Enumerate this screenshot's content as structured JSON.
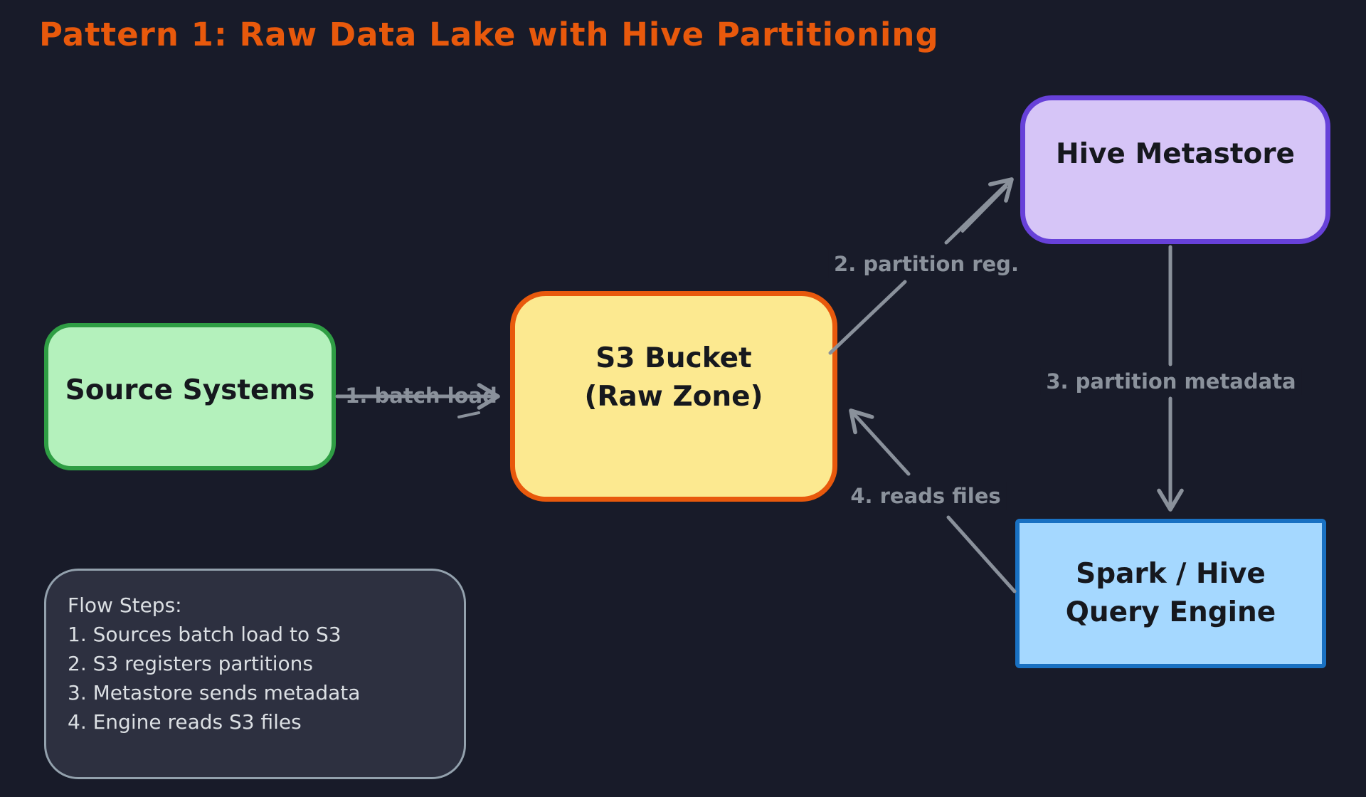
{
  "title": {
    "text": "Pattern 1: Raw Data Lake with Hive Partitioning",
    "color": "#e8590c"
  },
  "background_color": "#181b29",
  "nodes": {
    "source_systems": {
      "label": "Source Systems",
      "fill": "#b4f1bc",
      "border_color": "#2f9e44"
    },
    "s3_bucket": {
      "label_line1": "S3 Bucket",
      "label_line2": "(Raw Zone)",
      "fill": "#fce990",
      "border_color": "#e8590c"
    },
    "hive_metastore": {
      "label": "Hive Metastore",
      "fill": "#d6c5f7",
      "border_color": "#6741d9"
    },
    "query_engine": {
      "label_line1": "Spark / Hive",
      "label_line2": "Query Engine",
      "fill": "#a5d8ff",
      "border_color": "#1971c2"
    }
  },
  "edges": {
    "arrow_color": "#8a919b",
    "batch_load": {
      "label": "1. batch load",
      "from": "Source Systems",
      "to": "S3 Bucket"
    },
    "partition_reg": {
      "label": "2. partition reg.",
      "from": "S3 Bucket",
      "to": "Hive Metastore"
    },
    "partition_metadata": {
      "label": "3. partition metadata",
      "from": "Hive Metastore",
      "to": "Spark / Hive Query Engine"
    },
    "reads_files": {
      "label": "4. reads files",
      "from": "Spark / Hive Query Engine",
      "to": "S3 Bucket"
    }
  },
  "flow_steps": {
    "heading": "Flow Steps:",
    "items": [
      "1. Sources batch load to S3",
      "2. S3 registers partitions",
      "3. Metastore sends metadata",
      "4. Engine reads S3 files"
    ]
  }
}
